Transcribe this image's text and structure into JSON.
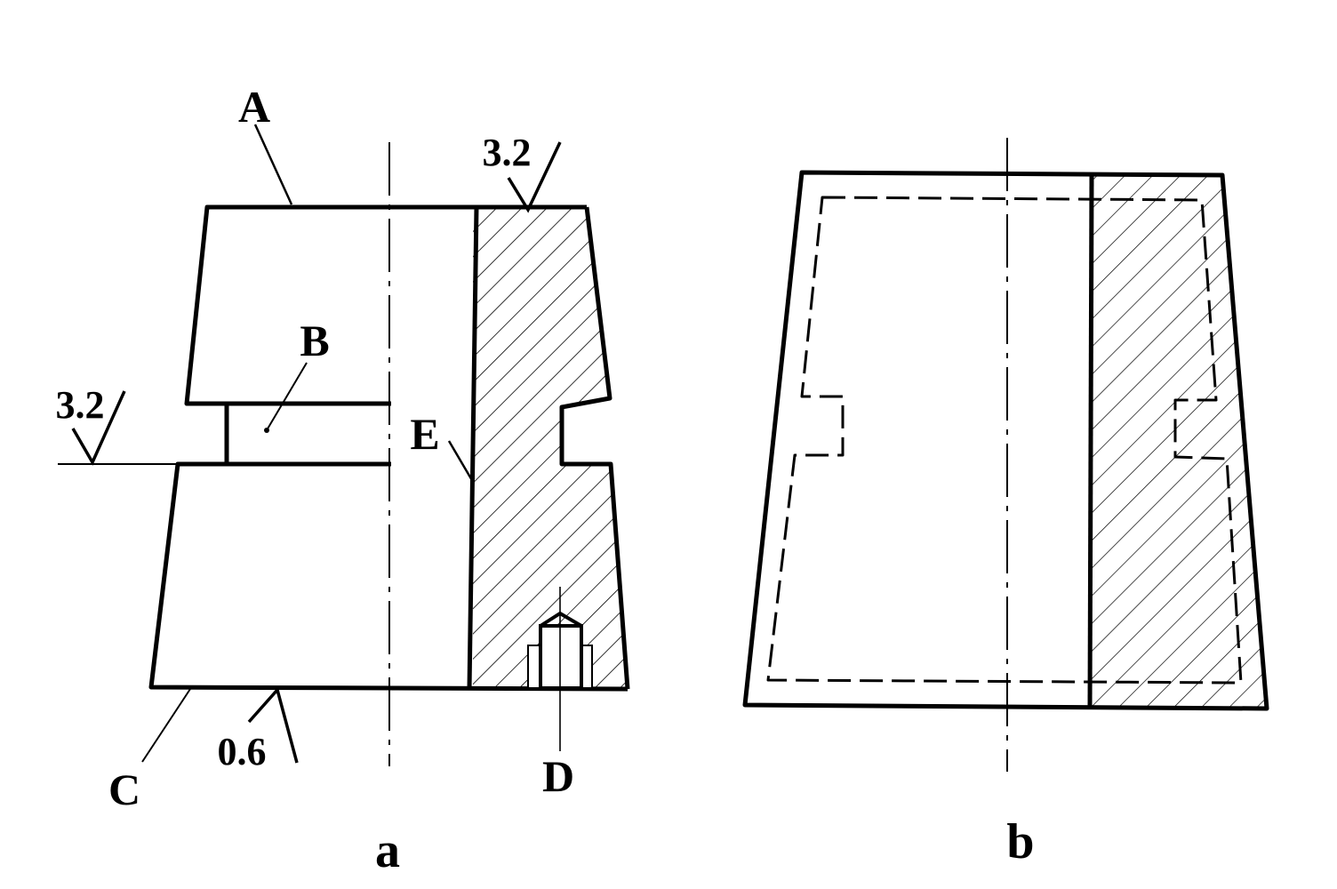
{
  "figure_a": {
    "caption": "a",
    "labels": {
      "A": "A",
      "B": "B",
      "C": "C",
      "D": "D",
      "E": "E"
    },
    "roughness": {
      "top": "3.2",
      "left": "3.2",
      "bottom": "0.6"
    }
  },
  "figure_b": {
    "caption": "b"
  },
  "colors": {
    "line": "#000000",
    "background": "#ffffff"
  }
}
